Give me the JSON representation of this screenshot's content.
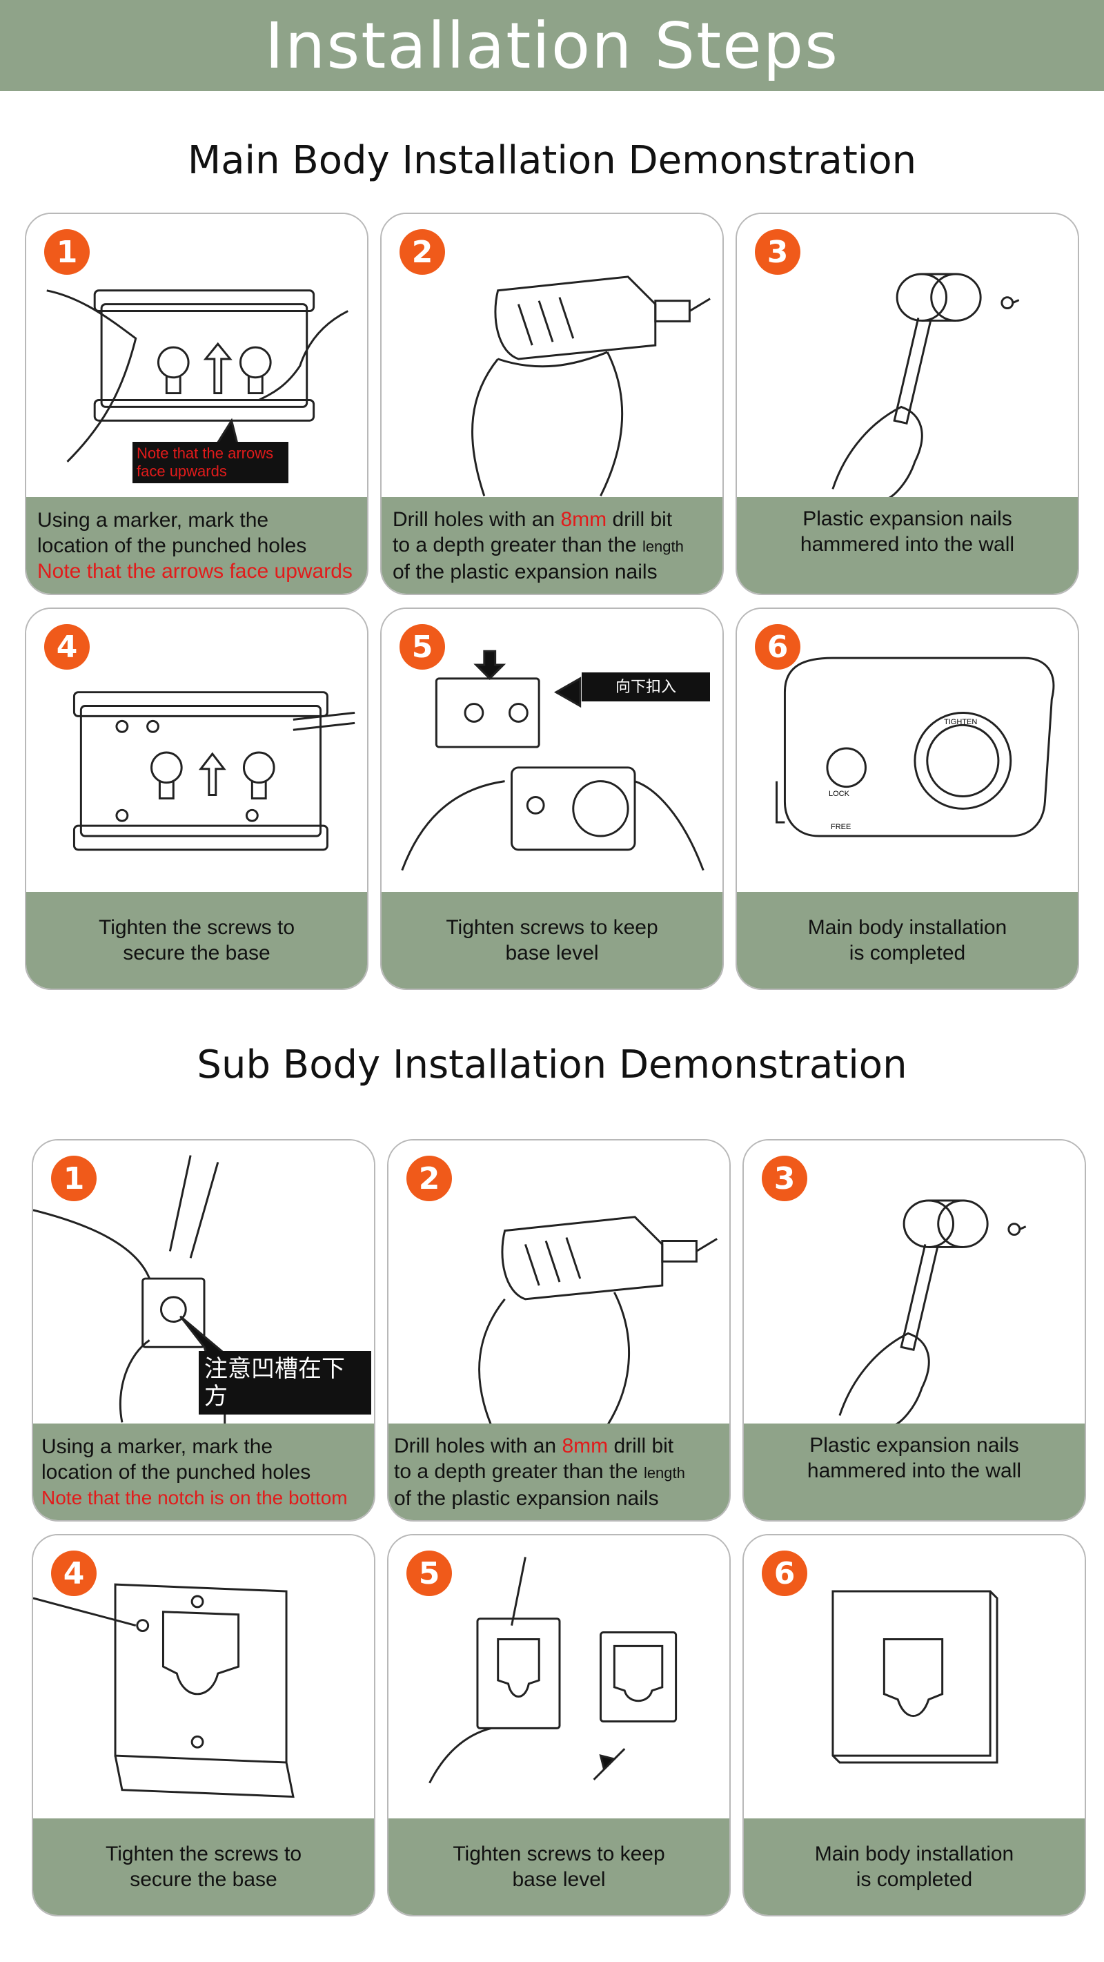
{
  "header": {
    "title": "Installation Steps"
  },
  "main": {
    "title": "Main Body Installation Demonstration",
    "steps": [
      {
        "num": "1",
        "callout": "Note that the arrows face upwards",
        "line1": "Using a marker, mark the",
        "line2": "location of the punched holes",
        "note": "Note that the arrows face upwards"
      },
      {
        "num": "2",
        "pre": "Drill holes with an ",
        "red": "8mm",
        "post": " drill bit",
        "line2": "to a depth greater than the ",
        "line2_small": "length",
        "line3": "of the plastic expansion nails"
      },
      {
        "num": "3",
        "line1": "Plastic expansion nails",
        "line2": "hammered into the wall"
      },
      {
        "num": "4",
        "line1": "Tighten the screws to",
        "line2": "secure the base"
      },
      {
        "num": "5",
        "callout": "向下扣入",
        "line1": "Tighten screws to keep",
        "line2": "base level"
      },
      {
        "num": "6",
        "line1": "Main body installation",
        "line2": "is completed",
        "label_lock": "LOCK",
        "label_free": "FREE",
        "label_tighten": "TIGHTEN"
      }
    ]
  },
  "sub": {
    "title": "Sub Body Installation Demonstration",
    "steps": [
      {
        "num": "1",
        "callout": "注意凹槽在下方",
        "line1": "Using a marker, mark the",
        "line2": "location of the punched holes",
        "note": "Note that the notch is on the bottom"
      },
      {
        "num": "2",
        "pre": "Drill holes with an ",
        "red": "8mm",
        "post": " drill bit",
        "line2": "to a depth greater than the ",
        "line2_small": "length",
        "line3": "of the plastic expansion nails"
      },
      {
        "num": "3",
        "line1": "Plastic expansion nails",
        "line2": "hammered into the wall"
      },
      {
        "num": "4",
        "line1": "Tighten the screws to",
        "line2": "secure the base"
      },
      {
        "num": "5",
        "line1": "Tighten screws to keep",
        "line2": "base level"
      },
      {
        "num": "6",
        "line1": "Main body installation",
        "line2": "is completed"
      }
    ]
  },
  "colors": {
    "accent": "#8fa389",
    "badge": "#f05a1a",
    "note_red": "#e21b1b"
  }
}
